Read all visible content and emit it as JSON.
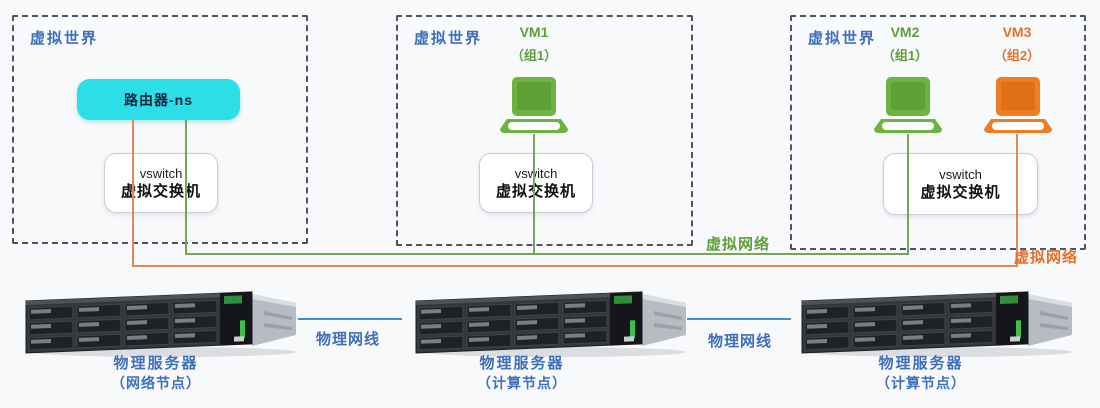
{
  "boxes": [
    {
      "title": "虚拟世界"
    },
    {
      "title": "虚拟世界"
    },
    {
      "title": "虚拟世界"
    }
  ],
  "router": {
    "label": "路由器-ns"
  },
  "vswitches": [
    {
      "line1": "vswitch",
      "line2": "虚拟交换机"
    },
    {
      "line1": "vswitch",
      "line2": "虚拟交换机"
    },
    {
      "line1": "vswitch",
      "line2": "虚拟交换机"
    }
  ],
  "vms": [
    {
      "name": "VM1",
      "group": "（组1）",
      "color": "green"
    },
    {
      "name": "VM2",
      "group": "（组1）",
      "color": "green"
    },
    {
      "name": "VM3",
      "group": "（组2）",
      "color": "orange"
    }
  ],
  "network_labels": [
    {
      "text": "虚拟网络",
      "color": "green"
    },
    {
      "text": "虚拟网络",
      "color": "orange"
    }
  ],
  "servers": [
    {
      "name": "物理服务器",
      "node": "（网络节点）"
    },
    {
      "name": "物理服务器",
      "node": "（计算节点）"
    },
    {
      "name": "物理服务器",
      "node": "（计算节点）"
    }
  ],
  "cables": [
    {
      "label": "物理网线"
    },
    {
      "label": "物理网线"
    }
  ],
  "colors": {
    "cyan": "#2bdee8",
    "green_line": "#7aa35a",
    "orange_line": "#e2875c",
    "cable_blue": "#3f8fd2",
    "label_blue": "#3e6fbc"
  }
}
